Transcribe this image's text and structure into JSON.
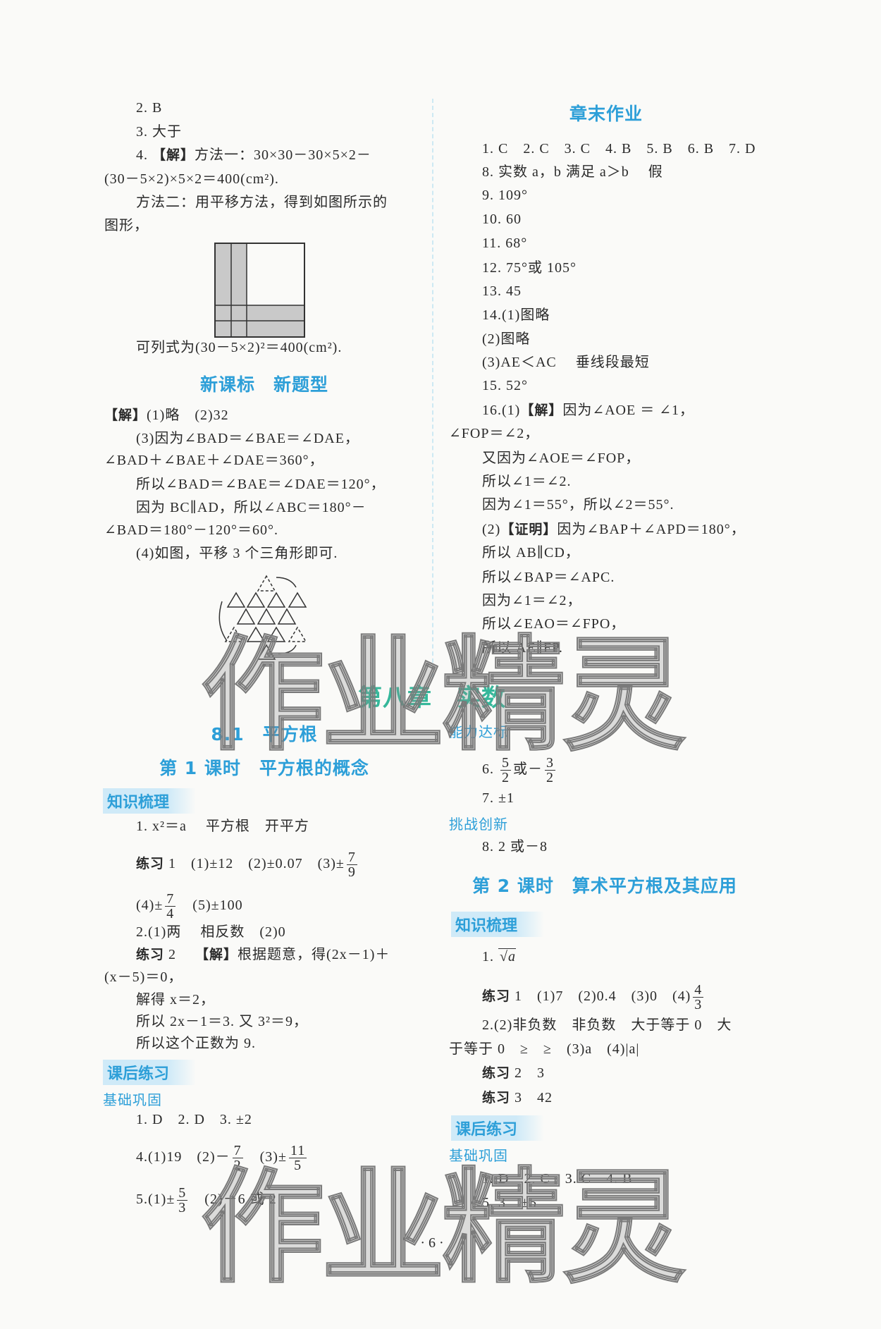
{
  "left": [
    [
      {
        "t": "2. B"
      }
    ],
    [
      {
        "t": "3. 大于"
      }
    ],
    [
      {
        "t": "4. "
      },
      {
        "b": "【解】"
      },
      {
        "t": "方法一：30×30－30×5×2－"
      }
    ],
    [
      {
        "t": "(30－5×2)×5×2＝400(cm²)."
      }
    ],
    [
      {
        "t": "方法二：用平移方法，得到如图所示的"
      }
    ],
    [
      {
        "t": "图形，"
      }
    ],
    [
      {
        "t": "可列式为(30－5×2)²＝400(cm²)."
      }
    ],
    [
      {
        "b": "【解】"
      },
      {
        "t": "(1)略　(2)32"
      }
    ],
    [
      {
        "t": "(3)因为∠BAD＝∠BAE＝∠DAE，"
      }
    ],
    [
      {
        "t": "∠BAD＋∠BAE＋∠DAE＝360°，"
      }
    ],
    [
      {
        "t": "所以∠BAD＝∠BAE＝∠DAE＝120°，"
      }
    ],
    [
      {
        "t": "因为 BC∥AD，所以∠ABC＝180°－"
      }
    ],
    [
      {
        "t": "∠BAD＝180°－120°＝60°."
      }
    ],
    [
      {
        "t": "(4)如图，平移 3 个三角形即可."
      }
    ],
    [
      {
        "t": "1. x²＝a　 平方根　开平方"
      }
    ],
    [
      {
        "b": "练习"
      },
      {
        "t": " 1　(1)±12　(2)±0.07　(3)±"
      },
      {
        "f": [
          "7",
          "9"
        ]
      }
    ],
    [
      {
        "t": "(4)±"
      },
      {
        "f": [
          "7",
          "4"
        ]
      },
      {
        "t": "　(5)±100"
      }
    ],
    [
      {
        "t": "2.(1)两　 相反数　(2)0"
      }
    ],
    [
      {
        "b": "练习"
      },
      {
        "t": " 2　 "
      },
      {
        "b": "【解】"
      },
      {
        "t": "根据题意，得(2x－1)＋"
      }
    ],
    [
      {
        "t": "(x－5)＝0，"
      }
    ],
    [
      {
        "t": "解得 x＝2，"
      }
    ],
    [
      {
        "t": "所以 2x－1＝3. 又 3²＝9，"
      }
    ],
    [
      {
        "t": "所以这个正数为 9."
      }
    ],
    [
      {
        "t": "1. D　2. D　3. ±2"
      }
    ],
    [
      {
        "t": "4.(1)19　(2)－"
      },
      {
        "f": [
          "7",
          "2"
        ]
      },
      {
        "t": "　(3)±"
      },
      {
        "f": [
          "11",
          "5"
        ]
      }
    ],
    [
      {
        "t": "5.(1)±"
      },
      {
        "f": [
          "5",
          "3"
        ]
      },
      {
        "t": "　(2)－6 或 2"
      }
    ]
  ],
  "right": [
    [
      {
        "t": "1. C　2. C　3. C　4. B　5. B　6. B　7. D"
      }
    ],
    [
      {
        "t": "8. 实数 a，b 满足 a＞b　 假"
      }
    ],
    [
      {
        "t": "9. 109°"
      }
    ],
    [
      {
        "t": "10. 60"
      }
    ],
    [
      {
        "t": "11. 68°"
      }
    ],
    [
      {
        "t": "12. 75°或 105°"
      }
    ],
    [
      {
        "t": "13. 45"
      }
    ],
    [
      {
        "t": "14.(1)图略"
      }
    ],
    [
      {
        "t": "(2)图略"
      }
    ],
    [
      {
        "t": "(3)AE＜AC　 垂线段最短"
      }
    ],
    [
      {
        "t": "15. 52°"
      }
    ],
    [
      {
        "t": "16.(1)"
      },
      {
        "b": "【解】"
      },
      {
        "t": "因为∠AOE ＝ ∠1，"
      }
    ],
    [
      {
        "t": "∠FOP＝∠2，"
      }
    ],
    [
      {
        "t": "又因为∠AOE＝∠FOP，"
      }
    ],
    [
      {
        "t": "所以∠1＝∠2."
      }
    ],
    [
      {
        "t": "因为∠1＝55°，所以∠2＝55°."
      }
    ],
    [
      {
        "t": "(2)"
      },
      {
        "b": "【证明】"
      },
      {
        "t": "因为∠BAP＋∠APD＝180°，"
      }
    ],
    [
      {
        "t": "所以 AB∥CD，"
      }
    ],
    [
      {
        "t": "所以∠BAP＝∠APC."
      }
    ],
    [
      {
        "t": "因为∠1＝∠2，"
      }
    ],
    [
      {
        "t": "所以∠EAO＝∠FPO，"
      }
    ],
    [
      {
        "t": "所以 AE∥FP."
      }
    ],
    [
      {
        "t": "6. "
      },
      {
        "f": [
          "5",
          "2"
        ]
      },
      {
        "t": "或－"
      },
      {
        "f": [
          "3",
          "2"
        ]
      }
    ],
    [
      {
        "t": "7. ±1"
      }
    ],
    [
      {
        "t": "8. 2 或－8"
      }
    ],
    [
      {
        "t": "1. "
      },
      {
        "sqrt": "a"
      }
    ],
    [
      {
        "b": "练习"
      },
      {
        "t": " 1　(1)7　(2)0.4　(3)0　(4)"
      },
      {
        "f": [
          "4",
          "3"
        ]
      }
    ],
    [
      {
        "t": "2.(2)非负数　非负数　大于等于 0　大"
      }
    ],
    [
      {
        "t": "于等于 0　≥　≥　(3)a　(4)|a|"
      }
    ],
    [
      {
        "b": "练习"
      },
      {
        "t": " 2　3"
      }
    ],
    [
      {
        "b": "练习"
      },
      {
        "t": " 3　42"
      }
    ],
    [
      {
        "t": "1. D　2. C　3. C　4. B"
      }
    ],
    [
      {
        "t": "5. 3　±5"
      }
    ]
  ],
  "headings": {
    "chapter_homework": "章末作业",
    "new_standard": "新课标　新题型",
    "chapter": "第八章　实数",
    "section": "8.1　平方根",
    "lesson1": "第 1 课时　平方根的概念",
    "lesson2": "第 2 课时　算术平方根及其应用",
    "knowledge": "知识梳理",
    "after_class": "课后练习",
    "basics": "基础巩固",
    "ability": "能力达标",
    "challenge": "挑战创新"
  },
  "page_number": "· 6 ·",
  "watermark": "作业精灵",
  "colors": {
    "heading": "#2d9fd8",
    "chapter": "#35b79a",
    "box_bg": "#cfeaf8"
  }
}
